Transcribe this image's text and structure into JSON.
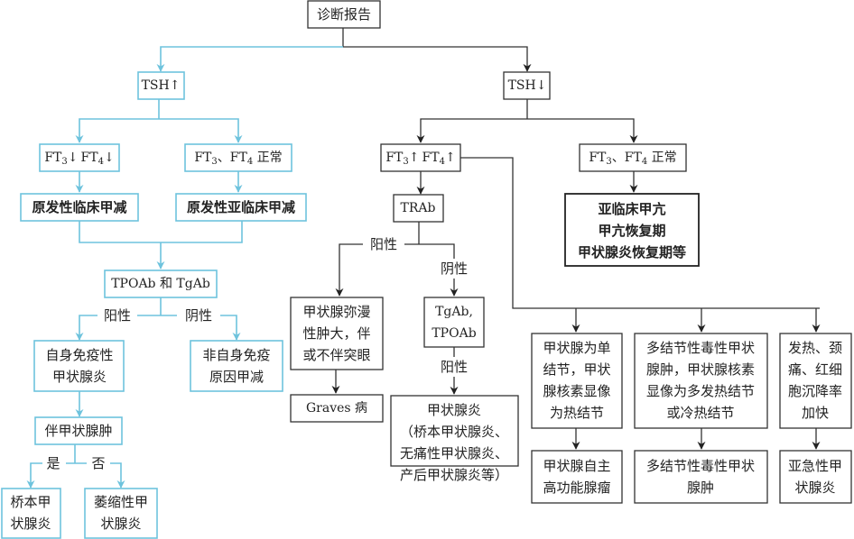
{
  "colors": {
    "hypo_branch": "#6ec3dd",
    "hyper_branch": "#333333",
    "text": "#222222"
  },
  "nodes": {
    "root": "诊断报告",
    "tsh_up": "TSH↑",
    "tsh_down": "TSH↓",
    "ft_down": {
      "ft3": "FT",
      "sub3": "3",
      "arrow3": "↓",
      "ft4": "FT",
      "sub4": "4",
      "arrow4": "↓"
    },
    "ft_normal_left": {
      "ft3": "FT",
      "sub3": "3",
      "sep": "、",
      "ft4": "FT",
      "sub4": "4",
      "suffix": " 正常"
    },
    "ft_up": {
      "ft3": "FT",
      "sub3": "3",
      "arrow3": "↑",
      "ft4": "FT",
      "sub4": "4",
      "arrow4": "↑"
    },
    "ft_normal_right": {
      "ft3": "FT",
      "sub3": "3",
      "sep": "、",
      "ft4": "FT",
      "sub4": "4",
      "suffix": " 正常"
    },
    "primary_clinical_hypo": "原发性临床甲减",
    "primary_subclinical_hypo": "原发性亚临床甲减",
    "tpoab_tgab": "TPOAb 和 TgAb",
    "autoimmune_thyroiditis": [
      "自身免疫性",
      "甲状腺炎"
    ],
    "non_autoimmune_hypo": [
      "非自身免疫",
      "原因甲减"
    ],
    "with_goiter": "伴甲状腺肿",
    "hashimoto": [
      "桥本甲",
      "状腺炎"
    ],
    "atrophic_thyroiditis": [
      "萎缩性甲",
      "状腺炎"
    ],
    "subclinical_hyper": [
      "亚临床甲亢",
      "甲亢恢复期",
      "甲状腺炎恢复期等"
    ],
    "trab": "TRAb",
    "diffuse_goiter": [
      "甲状腺弥漫",
      "性肿大，伴",
      "或不伴突眼"
    ],
    "tgab_tpoab": [
      "TgAb,",
      "TPOAb"
    ],
    "graves": "Graves 病",
    "thyroiditis_group": [
      "甲状腺炎",
      "（桥本甲状腺炎、",
      "无痛性甲状腺炎、",
      "产后甲状腺炎等）"
    ],
    "single_hot_nodule": [
      "甲状腺为单",
      "结节，甲状",
      "腺核素显像",
      "为热结节"
    ],
    "multinodular_desc": [
      "多结节性毒性甲状",
      "腺肿，甲状腺核素",
      "显像为多发热结节",
      "或冷热结节"
    ],
    "fever_pain": [
      "发热、颈",
      "痛、红细",
      "胞沉降率",
      "加快"
    ],
    "autonomous_adenoma": [
      "甲状腺自主",
      "高功能腺瘤"
    ],
    "toxic_multinodular_goiter": [
      "多结节性毒性甲状",
      "腺肿"
    ],
    "subacute_thyroiditis": [
      "亚急性甲",
      "状腺炎"
    ]
  },
  "edge_labels": {
    "tpo_positive": "阳性",
    "tpo_negative": "阴性",
    "goiter_yes": "是",
    "goiter_no": "否",
    "trab_positive": "阳性",
    "trab_negative": "阴性",
    "ab_positive": "阳性"
  }
}
